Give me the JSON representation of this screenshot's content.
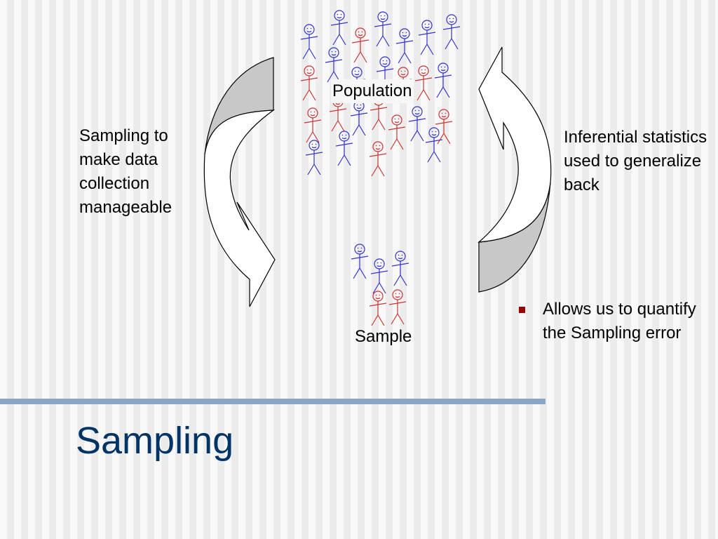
{
  "slide": {
    "title": "Sampling",
    "population_label": "Population",
    "sample_label": "Sample",
    "left_text": "Sampling to make data collection manageable",
    "right_text": "Inferential statistics used to generalize back",
    "bullets": [
      "Allows us to quantify the Sampling error"
    ]
  },
  "colors": {
    "title": "#003366",
    "divider": "#8aa6c6",
    "bullet_marker": "#990000",
    "person_blue": "#3333cc",
    "person_red": "#cc3333",
    "arrow_shaded": "#c8c8c8"
  },
  "icons": {
    "person": "stick-figure",
    "left_arrow": "curved-arrow-down",
    "right_arrow": "curved-arrow-up"
  }
}
